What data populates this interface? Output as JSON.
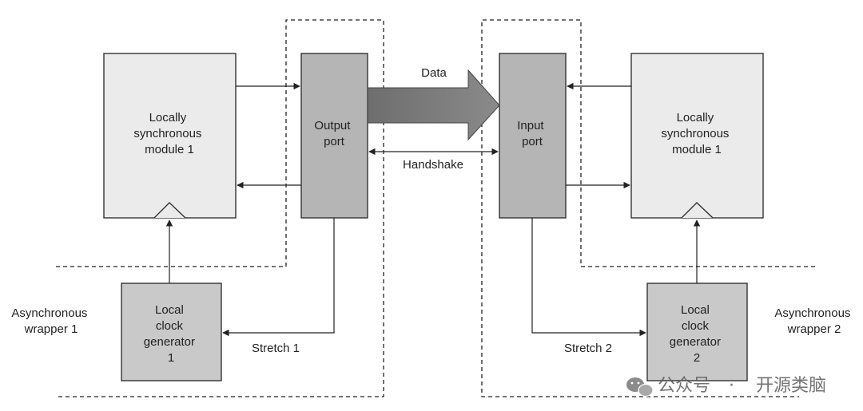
{
  "left": {
    "module_lines": [
      "Locally",
      "synchronous",
      "module 1"
    ],
    "port_lines": [
      "Output",
      "port"
    ],
    "clock_lines": [
      "Local",
      "clock",
      "generator",
      "1"
    ],
    "wrapper_lines": [
      "Asynchronous",
      "wrapper 1"
    ],
    "stretch": "Stretch 1"
  },
  "right": {
    "module_lines": [
      "Locally",
      "synchronous",
      "module 1"
    ],
    "port_lines": [
      "Input",
      "port"
    ],
    "clock_lines": [
      "Local",
      "clock",
      "generator",
      "2"
    ],
    "wrapper_lines": [
      "Asynchronous",
      "wrapper 2"
    ],
    "stretch": "Stretch 2"
  },
  "links": {
    "data": "Data",
    "handshake": "Handshake"
  },
  "watermark": {
    "platform": "公众号",
    "separator": "·",
    "name": "开源类脑"
  },
  "colors": {
    "module_fill": "#ebebeb",
    "port_fill": "#b5b5b5",
    "clock_fill": "#c9c9c9",
    "stroke": "#333333"
  }
}
